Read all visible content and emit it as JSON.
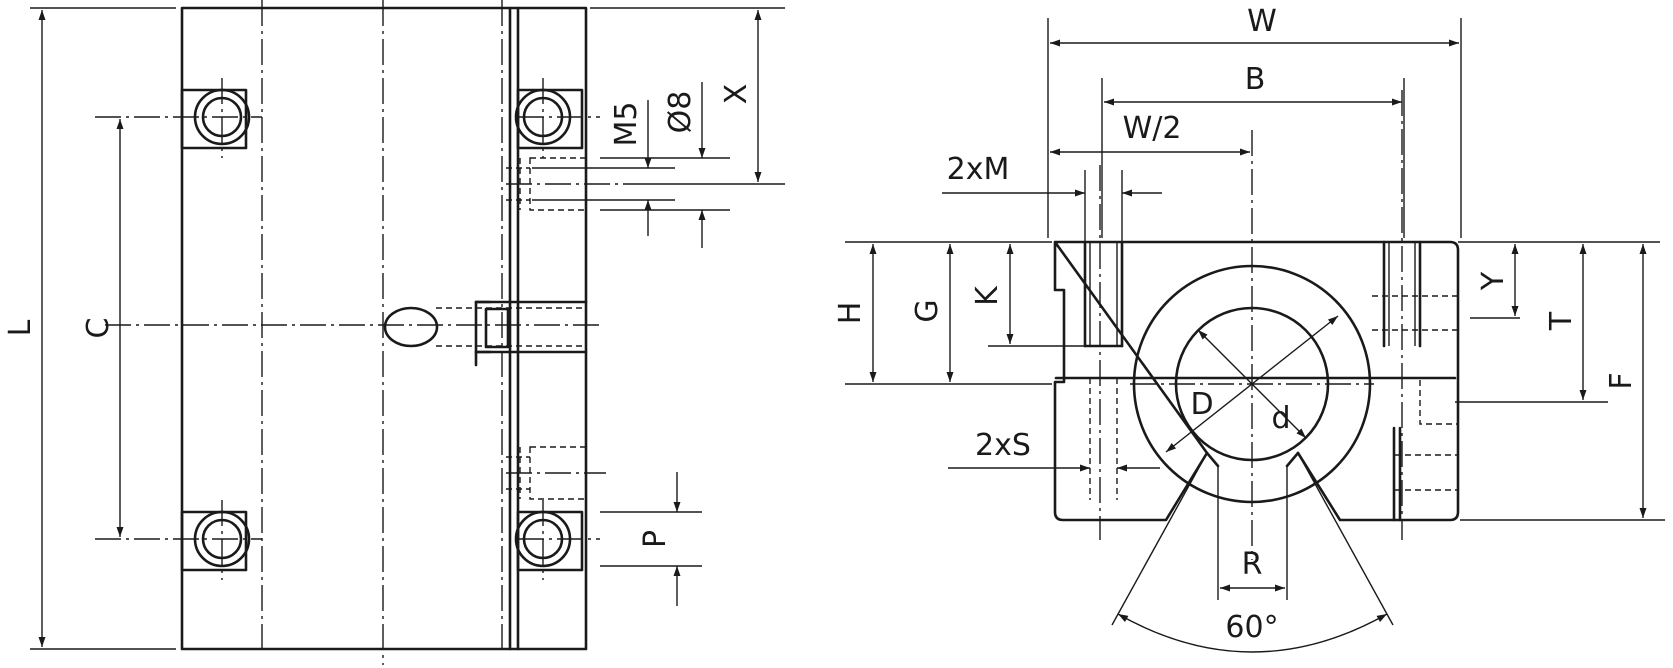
{
  "labels": {
    "L": "L",
    "C": "C",
    "X": "X",
    "M5": "M5",
    "D8": "Ø8",
    "P": "P",
    "W": "W",
    "B": "B",
    "W2": "W/2",
    "twoM": "2xM",
    "H": "H",
    "G": "G",
    "K": "K",
    "Y": "Y",
    "T": "T",
    "F": "F",
    "twoS": "2xS",
    "D": "D",
    "d": "d",
    "R": "R",
    "angle": "60°"
  }
}
